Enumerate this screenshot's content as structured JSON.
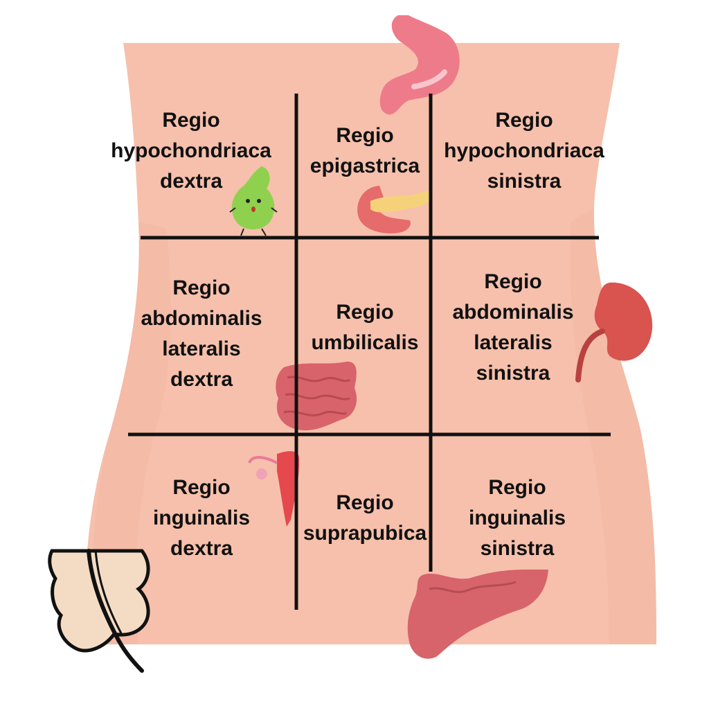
{
  "colors": {
    "background": "#ffffff",
    "torso_skin": "#f6c0ac",
    "torso_shade": "#f1b29d",
    "grid_lines": "#111111",
    "label_text": "#111111",
    "stomach": "#ee7b89",
    "pancreas": "#f5d27a",
    "gallbladder": "#8fd14f",
    "kidney": "#d9534f",
    "small_intestine": "#d9636a",
    "uterus": "#e5484d",
    "colon": "#d7646b",
    "appendix_outline": "#f4dcc4"
  },
  "regions": [
    {
      "id": "hypochondriaca-dextra",
      "lines": [
        "Regio",
        "hypochondriaca",
        "dextra"
      ]
    },
    {
      "id": "epigastrica",
      "lines": [
        "Regio",
        "epigastrica"
      ]
    },
    {
      "id": "hypochondriaca-sinistra",
      "lines": [
        "Regio",
        "hypochondriaca",
        "sinistra"
      ]
    },
    {
      "id": "abdominalis-lateralis-dextra",
      "lines": [
        "Regio",
        "abdominalis",
        "lateralis",
        "dextra"
      ]
    },
    {
      "id": "umbilicalis",
      "lines": [
        "Regio",
        "umbilicalis"
      ]
    },
    {
      "id": "abdominalis-lateralis-sinistra",
      "lines": [
        "Regio",
        "abdominalis",
        "lateralis",
        "sinistra"
      ]
    },
    {
      "id": "inguinalis-dextra",
      "lines": [
        "Regio",
        "inguinalis",
        "dextra"
      ]
    },
    {
      "id": "suprapubica",
      "lines": [
        "Regio",
        "suprapubica"
      ]
    },
    {
      "id": "inguinalis-sinistra",
      "lines": [
        "Regio",
        "inguinalis",
        "sinistra"
      ]
    }
  ],
  "organs": [
    "stomach-icon",
    "gallbladder-icon",
    "pancreas-icon",
    "kidney-icon",
    "small-intestine-icon",
    "uterus-icon",
    "colon-icon",
    "appendix-icon"
  ]
}
